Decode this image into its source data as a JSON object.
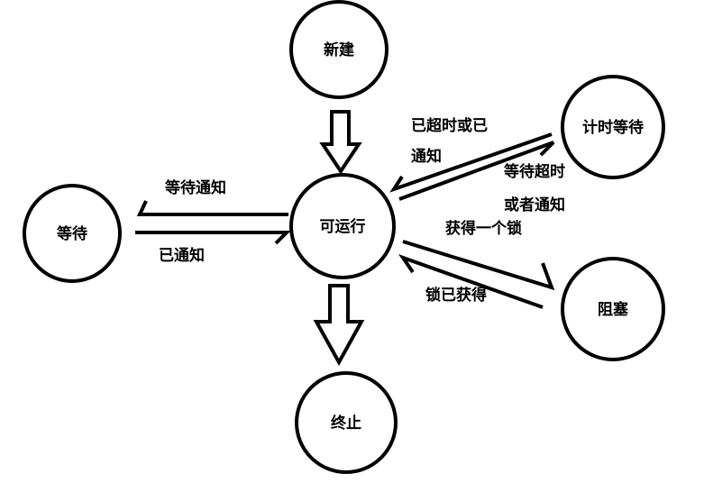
{
  "states": {
    "new": "新建",
    "runnable": "可运行",
    "waiting": "等待",
    "timed_waiting": "计时等待",
    "blocked": "阻塞",
    "terminated": "终止"
  },
  "transitions": {
    "runnable_to_waiting": "等待通知",
    "waiting_to_runnable": "已通知",
    "timed_to_runnable_line1": "已超时或已",
    "timed_to_runnable_line2": "通知",
    "runnable_to_timed_line1": "等待超时",
    "runnable_to_timed_line2": "或者通知",
    "runnable_to_blocked": "获得一个锁",
    "blocked_to_runnable": "锁已获得"
  }
}
